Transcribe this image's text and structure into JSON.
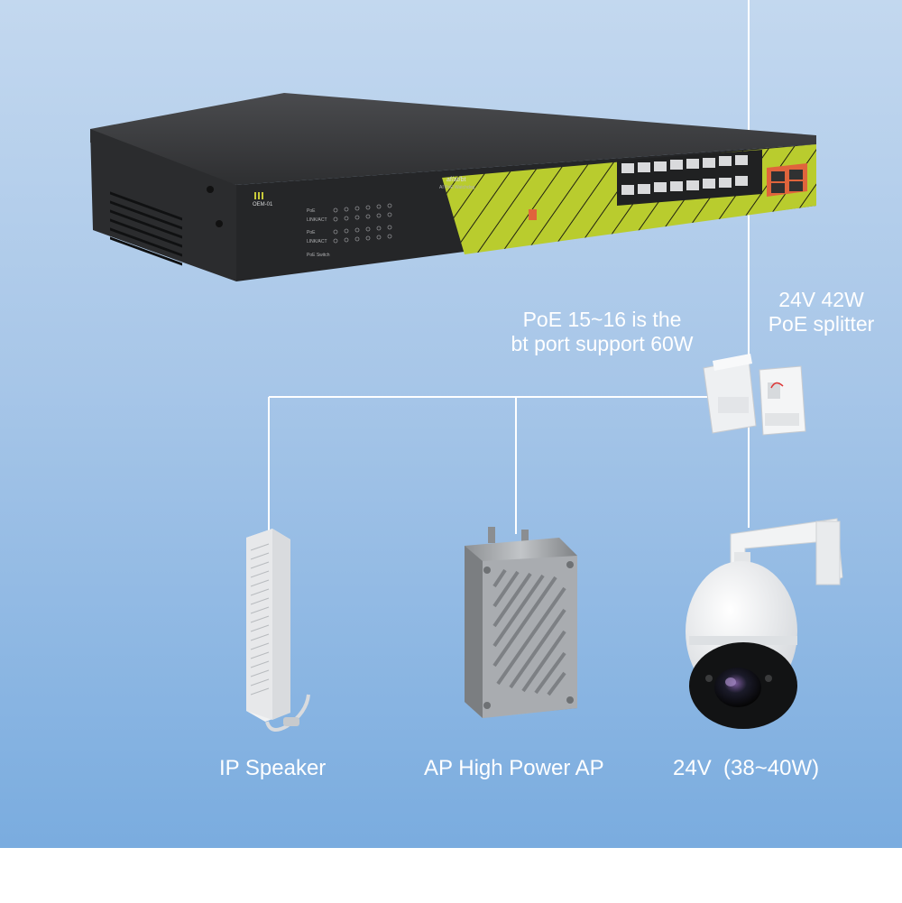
{
  "switch": {
    "model_label": "af/at/bt",
    "sub_label": "AI PoE Watchdog",
    "brand_text": "OEM-01",
    "led_rows": [
      "PoE",
      "LINK/ACT",
      "PoE",
      "LINK/ACT"
    ],
    "footer_text": "PoE Switch"
  },
  "annotations": {
    "splitter_line1": "24V 42W",
    "splitter_line2": "PoE splitter",
    "bt_port_line1": "PoE 15~16 is the",
    "bt_port_line2": "bt port support 60W"
  },
  "devices": [
    {
      "label": "IP Speaker",
      "icon": "column-speaker-icon"
    },
    {
      "label": "AP High Power AP",
      "icon": "outdoor-ap-icon"
    },
    {
      "label": "24V  (38~40W)",
      "icon": "ptz-camera-icon"
    }
  ],
  "colors": {
    "background_top": "#c3d8ef",
    "background_bottom": "#7aacdf",
    "accent_panel": "#b5c92b",
    "chassis": "#3a3b3d",
    "port_highlight": "#e0643c",
    "line": "#ffffff"
  }
}
